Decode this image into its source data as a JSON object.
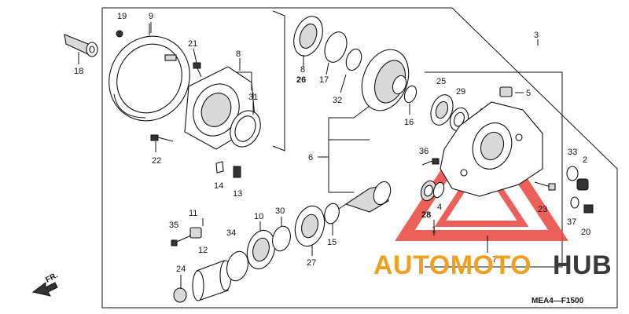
{
  "diagram": {
    "code": "MEA4—F1500",
    "direction_label": "FR.",
    "callouts": {
      "c1": "1",
      "c2": "2",
      "c3": "3",
      "c4": "4",
      "c5": "5",
      "c6": "6",
      "c7": "7",
      "c8a": "8",
      "c8b": "8",
      "c9": "9",
      "c10": "10",
      "c11": "11",
      "c12": "12",
      "c13": "13",
      "c14": "14",
      "c15": "15",
      "c16": "16",
      "c17": "17",
      "c18": "18",
      "c19": "19",
      "c20": "20",
      "c21": "21",
      "c22": "22",
      "c23": "23",
      "c24": "24",
      "c25": "25",
      "c26": "26",
      "c27": "27",
      "c28": "28",
      "c29": "29",
      "c30": "30",
      "c31": "31",
      "c32": "32",
      "c33": "33",
      "c34": "34",
      "c35": "35",
      "c36": "36",
      "c37": "37"
    }
  },
  "watermark": {
    "text_part1": "AUTOMOTO",
    "text_part2": "HUB",
    "color_primary": "#f0a020",
    "color_secondary": "#3a3a3a",
    "triangle_color": "#e8453c"
  }
}
